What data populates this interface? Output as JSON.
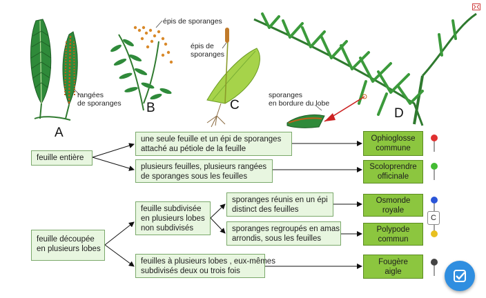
{
  "plants": {
    "a": {
      "letter": "A",
      "label": "rangées\nde sporanges"
    },
    "b": {
      "letter": "B",
      "label": "épis de sporanges"
    },
    "c": {
      "letter": "C",
      "label": "épis de\nsporanges"
    },
    "d": {
      "letter": "D",
      "label": "sporanges\nen bordure du lobe"
    }
  },
  "key": {
    "start1": "feuille entière",
    "start2": "feuille découpée\nen plusieurs lobes",
    "q1": "une seule feuille et un épi de sporanges\nattaché au pétiole de la feuille",
    "q2": "plusieurs feuilles, plusieurs rangées\nde sporanges sous les feuilles",
    "q3": "feuille subdivisée\nen plusieurs lobes\nnon subdivisés",
    "q4": "sporanges réunis en un épi\ndistinct des feuilles",
    "q5": "sporanges regroupés en amas\narrondis, sous les feuilles",
    "q6": "feuilles à plusieurs lobes , eux-mêmes\nsubdivisés deux ou trois fois"
  },
  "results": [
    {
      "name": "Ophioglosse\ncommune",
      "pin_color": "#e03030"
    },
    {
      "name": "Scoloprendre\nofficinale",
      "pin_color": "#44bb33"
    },
    {
      "name": "Osmonde\nroyale",
      "pin_color": "#2a55d8"
    },
    {
      "name": "Polypode\ncommun",
      "pin_color": "#e8c020"
    },
    {
      "name": "Fougère\naigle",
      "pin_color": "#444444"
    }
  ],
  "toggle_label": "C",
  "icons": {
    "corner": "expand-icon",
    "check": "check-icon",
    "pins": "pushpin-icon"
  }
}
